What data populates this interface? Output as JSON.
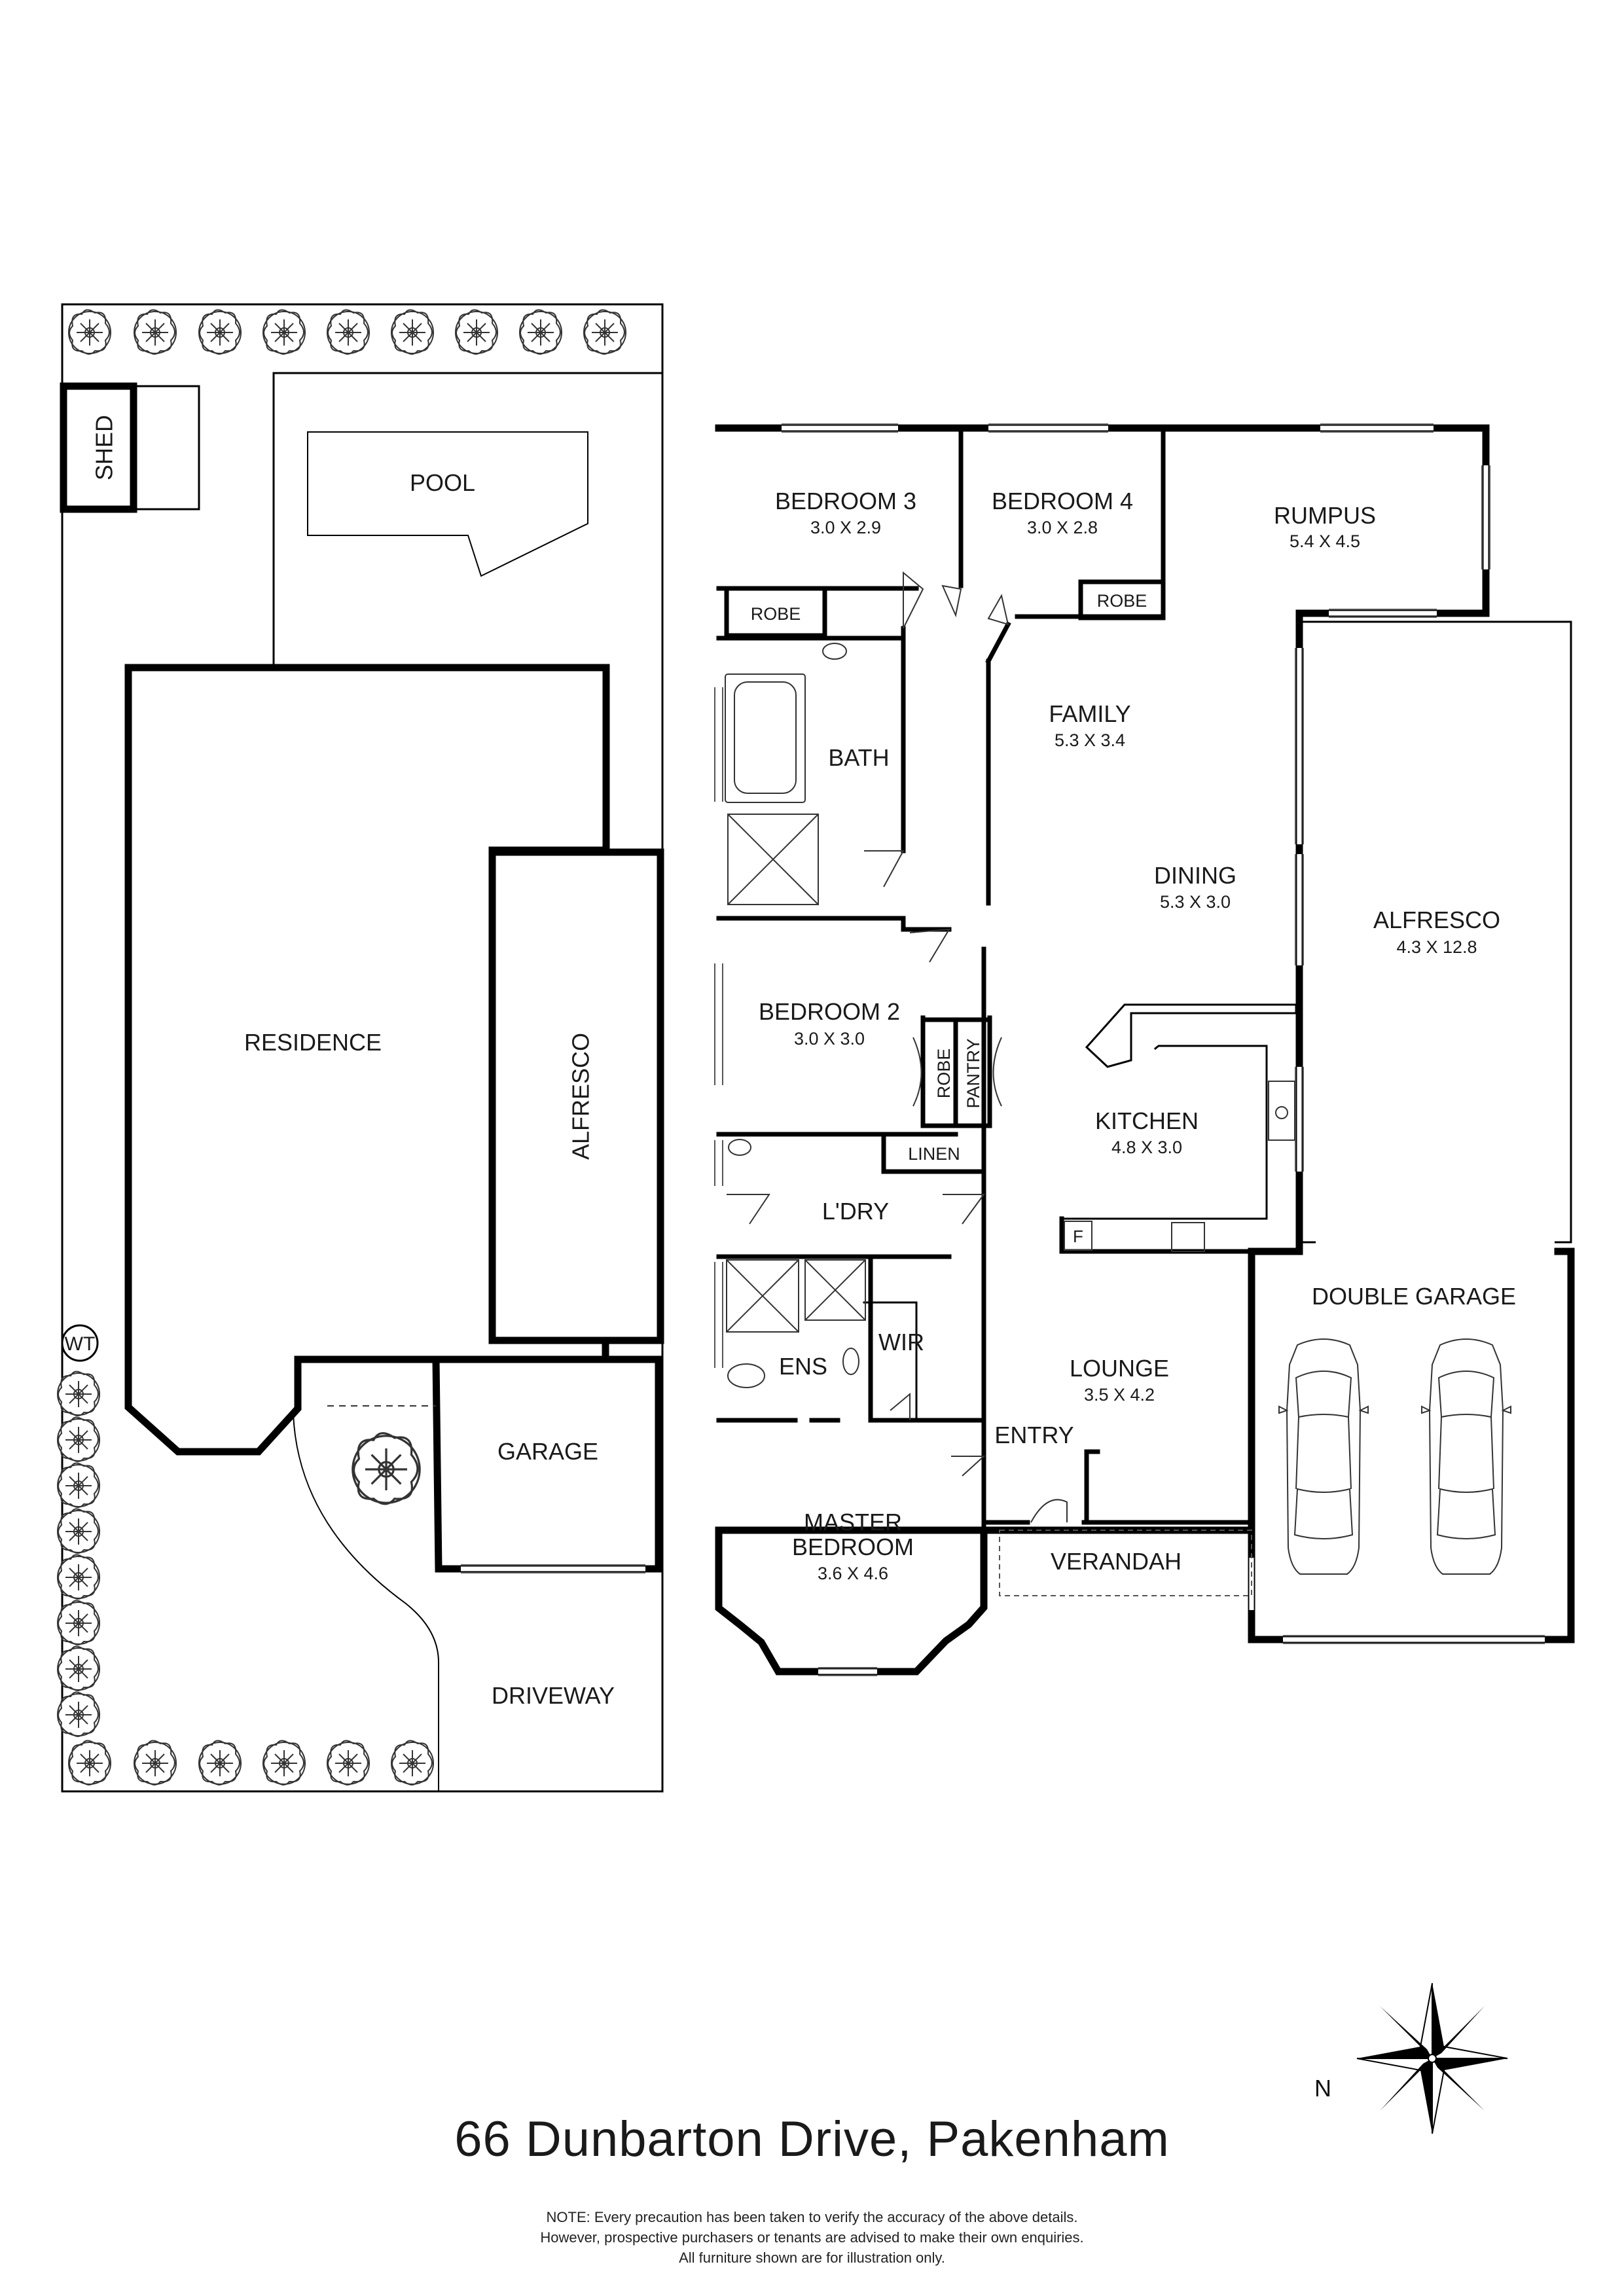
{
  "site": {
    "shed": "SHED",
    "pool": "POOL",
    "residence": "RESIDENCE",
    "alfresco": "ALFRESCO",
    "wt": "WT",
    "garage": "GARAGE",
    "driveway": "DRIVEWAY"
  },
  "rooms": {
    "bedroom3": {
      "name": "BEDROOM 3",
      "dims": "3.0 X 2.9"
    },
    "bedroom4": {
      "name": "BEDROOM 4",
      "dims": "3.0 X 2.8"
    },
    "rumpus": {
      "name": "RUMPUS",
      "dims": "5.4 X 4.5"
    },
    "robe_b3": "ROBE",
    "robe_b4": "ROBE",
    "bath": "BATH",
    "family": {
      "name": "FAMILY",
      "dims": "5.3 X 3.4"
    },
    "dining": {
      "name": "DINING",
      "dims": "5.3 X 3.0"
    },
    "alfresco": {
      "name": "ALFRESCO",
      "dims": "4.3 X 12.8"
    },
    "bedroom2": {
      "name": "BEDROOM 2",
      "dims": "3.0 X 3.0"
    },
    "robe_b2": "ROBE",
    "pantry": "PANTRY",
    "kitchen": {
      "name": "KITCHEN",
      "dims": "4.8 X 3.0"
    },
    "linen": "LINEN",
    "laundry": "L'DRY",
    "fridge": "F",
    "double_garage": "DOUBLE GARAGE",
    "ens": "ENS",
    "wir": "WIR",
    "lounge": {
      "name": "LOUNGE",
      "dims": "3.5 X 4.2"
    },
    "entry": "ENTRY",
    "master": {
      "name_line1": "MASTER",
      "name_line2": "BEDROOM",
      "dims": "3.6 X 4.6"
    },
    "verandah": "VERANDAH"
  },
  "compass_label": "N",
  "address": "66 Dunbarton Drive, Pakenham",
  "note": [
    "NOTE: Every precaution has been taken to verify the accuracy of the above details.",
    "However, prospective purchasers or tenants are advised to make their own enquiries.",
    "All furniture shown are for illustration only."
  ]
}
